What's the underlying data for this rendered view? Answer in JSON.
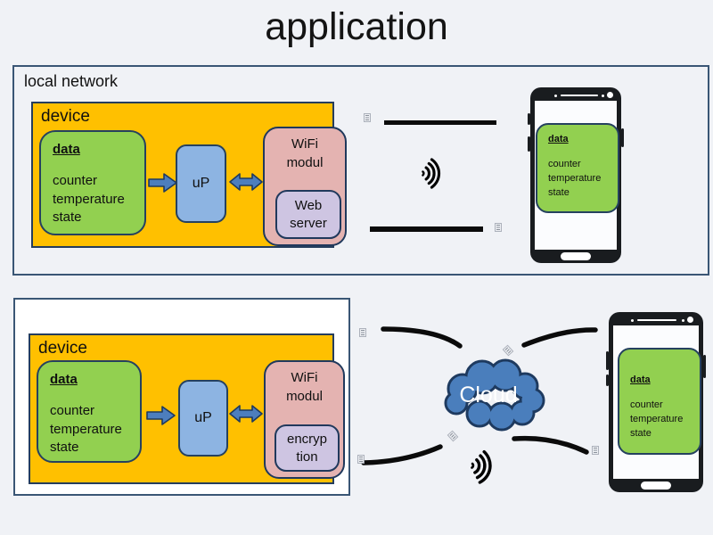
{
  "title": "application",
  "colors": {
    "background": "#f0f2f6",
    "device_fill": "#ffc000",
    "data_fill": "#92d050",
    "processor_fill": "#8db4e2",
    "wifi_module_fill": "#e4b3b1",
    "submodule_fill": "#cec5e2",
    "cloud_fill": "#4a7ebc",
    "outline": "#25415f",
    "connector": "#0b0b0b"
  },
  "icons": {
    "wifi_signal": "wifi-signal-icon",
    "flow_arrow": "flow-arrow-icon",
    "bidirectional_arrow": "bidirectional-arrow-icon",
    "attachment_marker": "attachment-marker-icon"
  },
  "local_network": {
    "label": "local network",
    "device": {
      "label": "device",
      "data": {
        "title": "data",
        "items": [
          "counter",
          "temperature",
          "state"
        ]
      },
      "processor": "uP",
      "wifi_module": {
        "lines": [
          "WiFi",
          "modul"
        ]
      },
      "web_server": {
        "lines": [
          "Web",
          "server"
        ]
      }
    },
    "phone": {
      "data": {
        "title": "data",
        "items": [
          "counter",
          "temperature",
          "state"
        ]
      }
    }
  },
  "internet": {
    "device": {
      "label": "device",
      "data": {
        "title": "data",
        "items": [
          "counter",
          "temperature",
          "state"
        ]
      },
      "processor": "uP",
      "wifi_module": {
        "lines": [
          "WiFi",
          "modul"
        ]
      },
      "encryption": {
        "lines": [
          "encryp",
          "tion"
        ]
      }
    },
    "cloud_label": "Cloud",
    "phone": {
      "data": {
        "title": "data",
        "items": [
          "counter",
          "temperature",
          "state"
        ]
      }
    }
  }
}
